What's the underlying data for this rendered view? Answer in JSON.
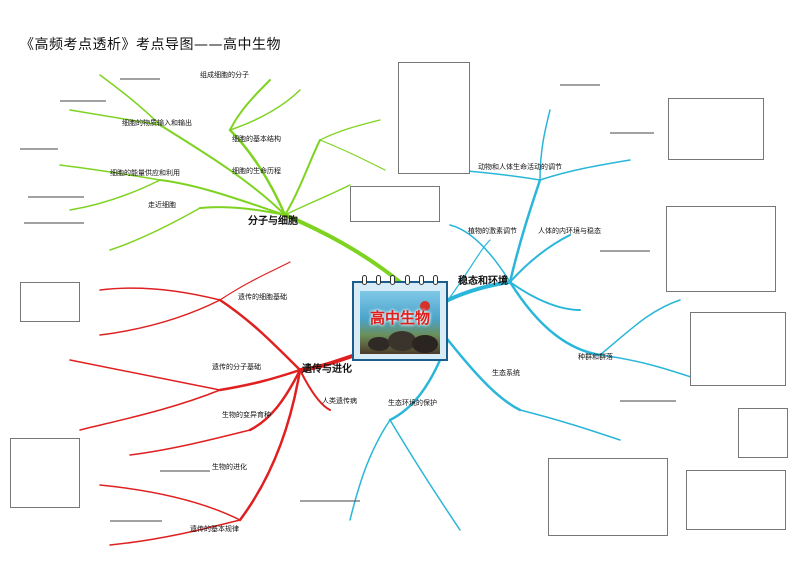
{
  "title": "《高频考点透析》考点导图——高中生物",
  "central": {
    "label": "高中生物"
  },
  "branches": [
    {
      "id": "molecule",
      "label": "分子与细胞",
      "color": "#7ed321"
    },
    {
      "id": "heredity",
      "label": "遗传与进化",
      "color": "#e02020"
    },
    {
      "id": "homeostasis",
      "label": "稳态和环境",
      "color": "#29b6d9"
    }
  ],
  "sub_labels": {
    "molecule": [
      "组成细胞的分子",
      "细胞的基本结构",
      "细胞的物质输入和输出",
      "细胞的能量供应和利用",
      "细胞的生命历程",
      "走近细胞"
    ],
    "heredity": [
      "遗传的细胞基础",
      "遗传的分子基础",
      "遗传的基本规律",
      "生物的变异育种",
      "生物的进化",
      "人类遗传病"
    ],
    "homeostasis": [
      "植物的激素调节",
      "动物和人体生命活动的调节",
      "人体的内环境与稳态",
      "种群和群落",
      "生态系统",
      "生态环境的保护"
    ]
  },
  "colors": {
    "central_border": "#1b5e8c",
    "central_title": "#e0201c"
  }
}
